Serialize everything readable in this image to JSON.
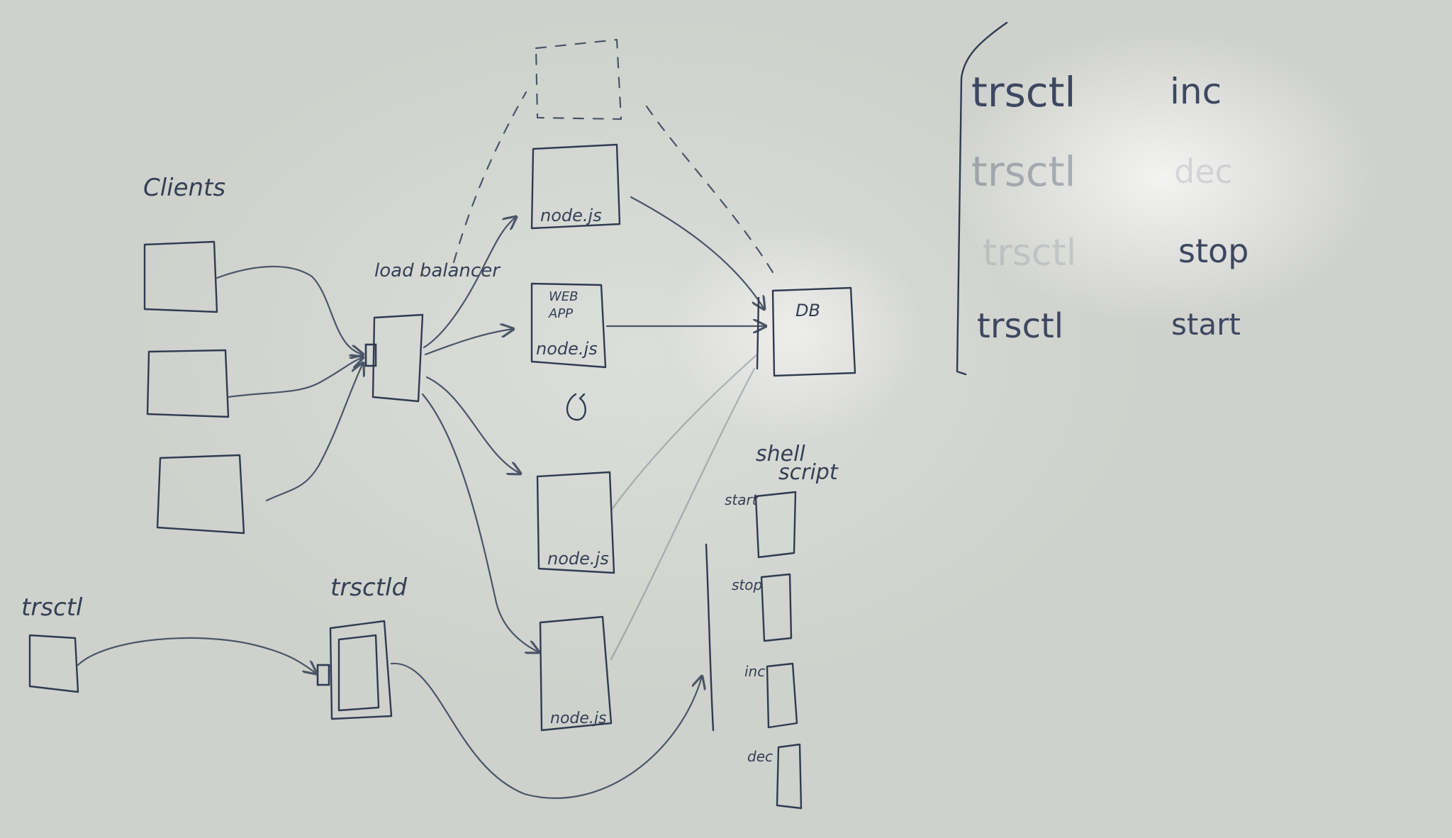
{
  "diagram": {
    "clients_label": "Clients",
    "load_balancer_label": "load balancer",
    "node_top_label": "node.js",
    "web_app_label_line1": "WEB",
    "web_app_label_line2": "APP",
    "web_app_node_label": "node.js",
    "node_lower_label": "node.js",
    "node_bottom_label": "node.js",
    "db_label": "DB",
    "shell_script_label_line1": "shell",
    "shell_script_label_line2": "script",
    "script_start_label": "start",
    "script_stop_label": "stop",
    "script_inc_label": "inc",
    "script_dec_label": "dec",
    "trsctl_label": "trsctl",
    "trsctld_label": "trsctld"
  },
  "commands": [
    {
      "name": "trsctl",
      "arg": "inc"
    },
    {
      "name": "trsctl",
      "arg": "dec"
    },
    {
      "name": "trsctl",
      "arg": "stop"
    },
    {
      "name": "trsctl",
      "arg": "start"
    }
  ],
  "colors": {
    "ink": "#4a5568",
    "board": "#d6d8d3"
  }
}
